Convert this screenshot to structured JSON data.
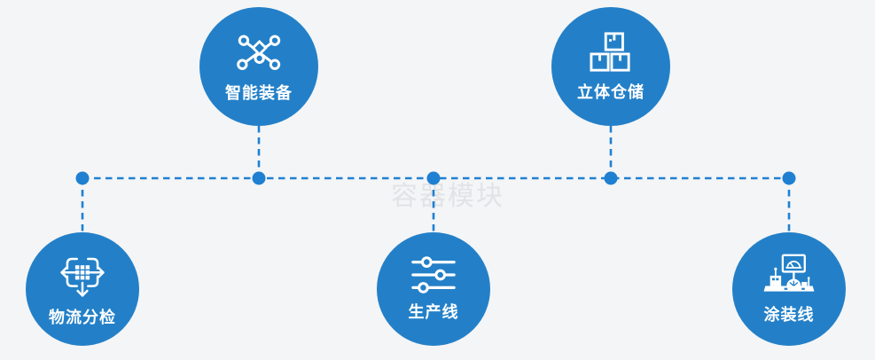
{
  "watermark": {
    "text": "容器模块"
  },
  "diagram": {
    "type": "process-node-map",
    "background_color": "#f4f5f6",
    "node_color": "#2380c8",
    "connector_color": "#1f80d2",
    "icon_color": "#ffffff",
    "watermark_color": "#e2e3e6",
    "nodes": [
      {
        "label": "智能装备",
        "icon": "network-nodes-icon",
        "position": "top-left",
        "row": "top"
      },
      {
        "label": "立体仓储",
        "icon": "stacked-boxes-icon",
        "position": "top-right",
        "row": "top"
      },
      {
        "label": "物流分检",
        "icon": "distribute-arrows-icon",
        "position": "bottom-left",
        "row": "bottom"
      },
      {
        "label": "生产线",
        "icon": "sliders-icon",
        "position": "bottom-center",
        "row": "bottom"
      },
      {
        "label": "涂装线",
        "icon": "coating-machine-icon",
        "position": "bottom-right",
        "row": "bottom"
      }
    ],
    "connections": [
      "horizontal dashed bus line linking all five nodes with solid junction dots"
    ]
  }
}
